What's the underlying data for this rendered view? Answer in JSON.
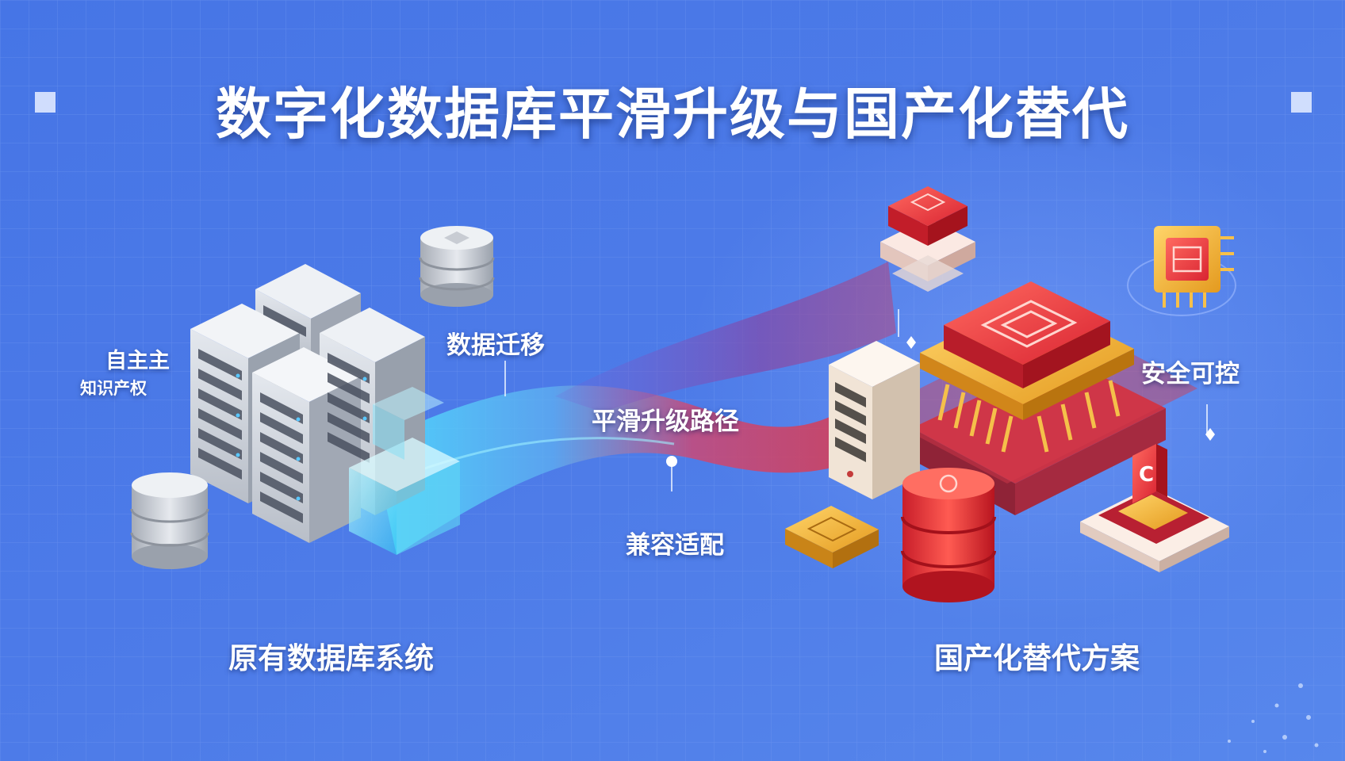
{
  "title": "数字化数据库平滑升级与国产化替代",
  "labels": {
    "data_migration": "数据迁移",
    "autonomy": "自主主",
    "ip": "知识产权",
    "upgrade_path": "平滑升级路径",
    "compatibility": "兼容适配",
    "secure_controllable": "安全可控",
    "legacy_system": "原有数据库系统",
    "domestic_solution": "国产化替代方案"
  },
  "icons": [
    "server-rack-icon",
    "database-cylinder-icon",
    "domestic-cpu-chip-icon",
    "domestic-database-icon",
    "domestic-server-icon",
    "domestic-chip-module-icon",
    "gold-chip-icon",
    "security-chip-icon"
  ],
  "colors": {
    "background": "#4a78e6",
    "grid": "#6d95f0",
    "legacy_gray": "#c9ced6",
    "flow_cyan": "#4fd6f2",
    "flow_red": "#e33b4b",
    "domestic_red": "#e8343c",
    "gold": "#f3b73a",
    "text": "#ffffff"
  }
}
